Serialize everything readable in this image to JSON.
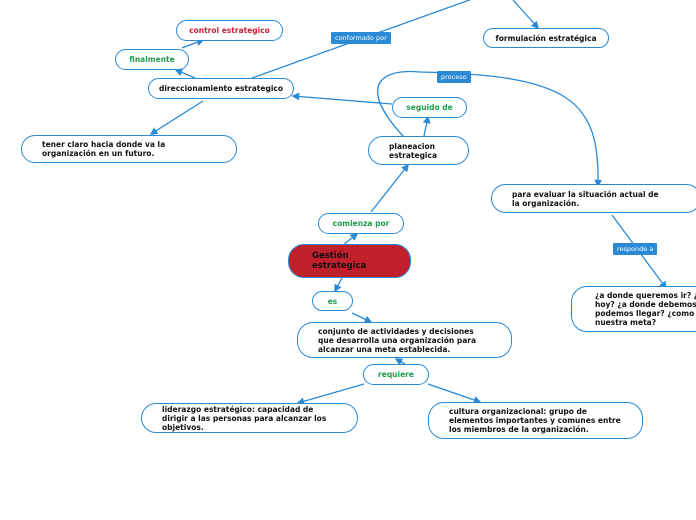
{
  "nodes": {
    "main": "Gestión estrategica",
    "comienza_por": "comienza por",
    "planeacion": "planeacion estrategica",
    "seguido_de": "seguido de",
    "direccionamiento": "direccionamiento estrategico",
    "finalmente": "finalmente",
    "control": "control estrategico",
    "tener_claro": "tener claro hacia donde va la organización en un futuro.",
    "formulacion": "formulación estratégica",
    "para_evaluar": "para evaluar la situación actual de la organización.",
    "preguntas": "¿a donde queremos ir? ¿e hoy? ¿a donde debemos ll podemos llegar? ¿como es nuestra meta?",
    "es": "es",
    "conjunto": "conjunto de actividades y decisiones que desarrolla una organización para alcanzar una meta establecida.",
    "requiere": "requiere",
    "liderazgo": "liderazgo estratégico: capacidad de dirigir a las personas para alcanzar los objetivos.",
    "cultura": "cultura organizacional: grupo de elementos importantes y comunes entre los miembros de la organización."
  },
  "tags": {
    "conformado_por": "conformado por",
    "proceso": "proceso",
    "responde_a": "responde a"
  },
  "colors": {
    "line": "#2a8ad6",
    "main_fill": "#c11f2a",
    "green_text": "#1e9c4b",
    "red_text": "#c81e36"
  }
}
